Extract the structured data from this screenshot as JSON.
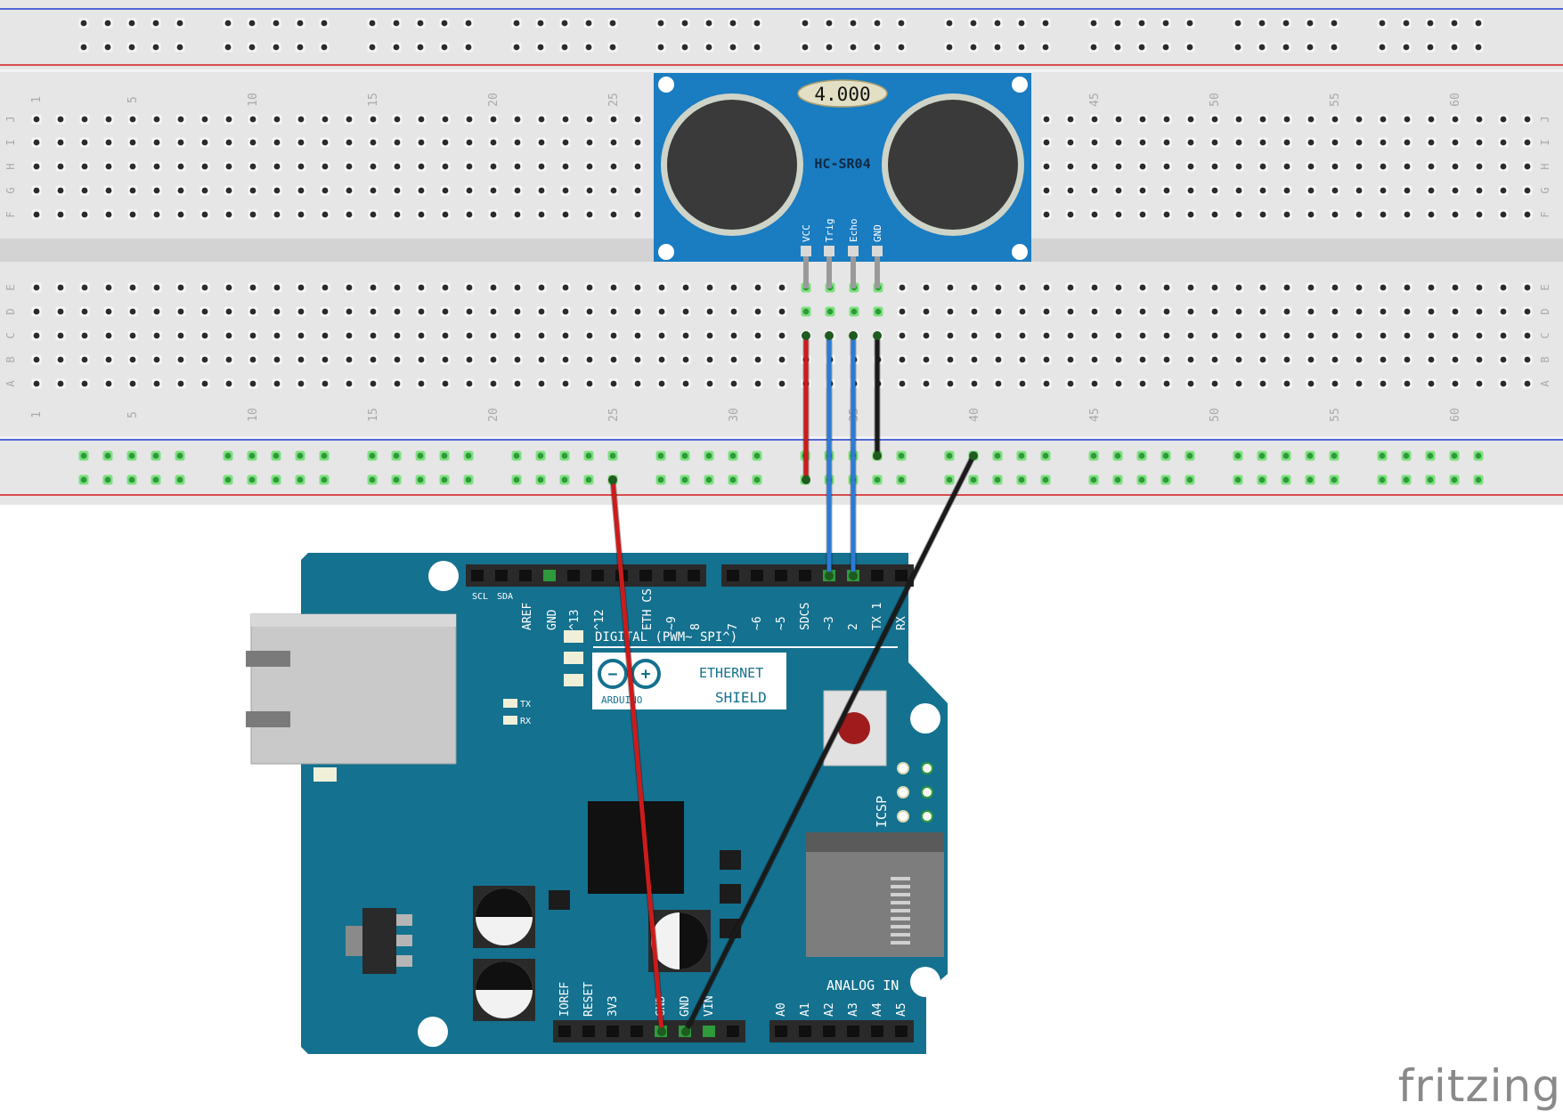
{
  "breadboard": {
    "column_numbers": [
      "1",
      "5",
      "10",
      "15",
      "20",
      "25",
      "30",
      "35",
      "40",
      "45",
      "50",
      "55",
      "60"
    ],
    "row_letters_top": [
      "J",
      "I",
      "H",
      "G",
      "F"
    ],
    "row_letters_bottom": [
      "E",
      "D",
      "C",
      "B",
      "A"
    ]
  },
  "sensor": {
    "model": "HC-SR04",
    "crystal_label": "4.000",
    "pins": [
      "VCC",
      "Trig",
      "Echo",
      "GND"
    ]
  },
  "shield": {
    "top_header_labels_left": [
      "SCL",
      "SDA",
      "AREF",
      "GND",
      "^13",
      "^12",
      "",
      "ETH CS",
      "~9",
      "8"
    ],
    "top_header_labels_right": [
      "7",
      "~6",
      "~5",
      "SDCS",
      "~3",
      "2",
      "TX 1",
      "RX"
    ],
    "digital_label": "DIGITAL (PWM~ SPI^)",
    "logo_text": "ARDUINO",
    "logo_brand_line1": "ETHERNET",
    "logo_brand_line2": "SHIELD",
    "tx_label": "TX",
    "rx_label": "RX",
    "icsp_label": "ICSP",
    "analog_label": "ANALOG IN",
    "power_labels": [
      "IOREF",
      "RESET",
      "3V3",
      "",
      "GND",
      "GND",
      "VIN"
    ],
    "analog_pins": [
      "A0",
      "A1",
      "A2",
      "A3",
      "A4",
      "A5"
    ]
  },
  "colors": {
    "board_blue": "#14718f",
    "sensor_blue": "#1a7cc1",
    "wire_red": "#cc1b1b",
    "wire_blue": "#2c7bd6",
    "wire_black": "#1a1a1a",
    "breadboard": "#e6e6e6",
    "rail_red": "#d01c1c",
    "rail_blue": "#1f3fd2",
    "active_hole": "#2e9a3c"
  },
  "brand": "fritzing"
}
